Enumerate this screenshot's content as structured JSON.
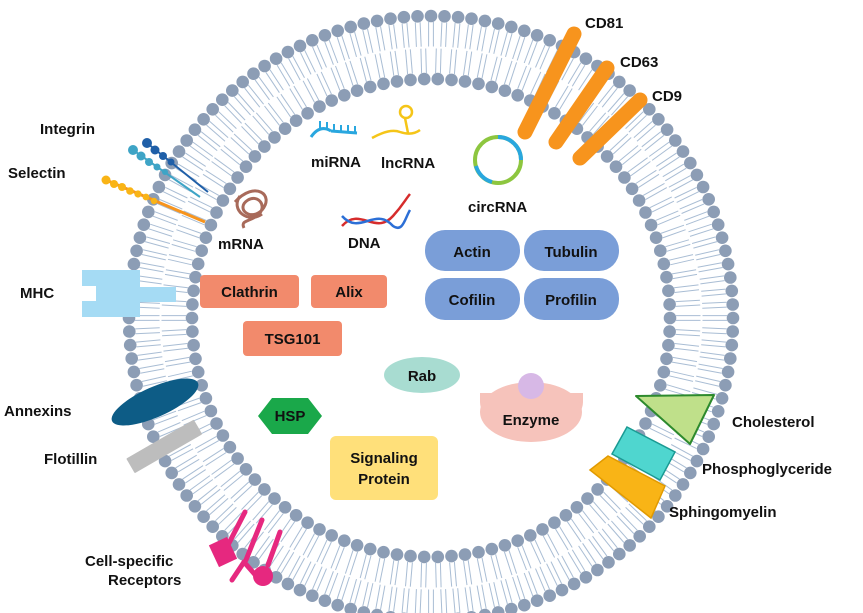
{
  "nucleic_acids": {
    "mirna": "miRNA",
    "lncrna": "lncRNA",
    "circrna": "circRNA",
    "mrna": "mRNA",
    "dna": "DNA"
  },
  "cytoskeleton": {
    "actin": "Actin",
    "tubulin": "Tubulin",
    "cofilin": "Cofilin",
    "profilin": "Profilin"
  },
  "esc_proteins": {
    "clathrin": "Clathrin",
    "alix": "Alix",
    "tsg101": "TSG101"
  },
  "other_proteins": {
    "rab": "Rab",
    "hsp": "HSP",
    "enzyme": "Enzyme",
    "signaling_line1": "Signaling",
    "signaling_line2": "Protein"
  },
  "membrane_proteins": {
    "cd81": "CD81",
    "cd63": "CD63",
    "cd9": "CD9",
    "integrin": "Integrin",
    "selectin": "Selectin",
    "mhc": "MHC",
    "annexins": "Annexins",
    "flotillin": "Flotillin",
    "receptors_line1": "Cell-specific",
    "receptors_line2": "Receptors"
  },
  "lipids": {
    "cholesterol": "Cholesterol",
    "phosphoglyceride": "Phosphoglyceride",
    "sphingomyelin": "Sphingomyelin"
  },
  "colors": {
    "membrane_bead": "#8c9db5",
    "tail_line": "#a9bdd4",
    "cd_orange": "#f7941d",
    "rna_blue": "#29a7df",
    "lncrna_yellow": "#f5c518",
    "circ_green": "#8dc63f",
    "mrna_brown": "#a86a5a",
    "cyto_blue": "#7a9ed8",
    "esc_salmon": "#f28a6c",
    "rab_teal": "#a8dcd1",
    "hsp_green": "#1aa84a",
    "enzyme_pink": "#f6c3bb",
    "enzyme_purple": "#d7b8e6",
    "signal_yellow": "#ffe07a",
    "cholesterol_green": "#bfe08a",
    "phospho_cyan": "#4fd6cf",
    "sphingo_orange": "#f9b416",
    "mhc_blue": "#a5dbf4",
    "annexin_navy": "#0d5c86",
    "flotillin_gray": "#bdbdbd",
    "receptor_pink": "#e6287f"
  }
}
